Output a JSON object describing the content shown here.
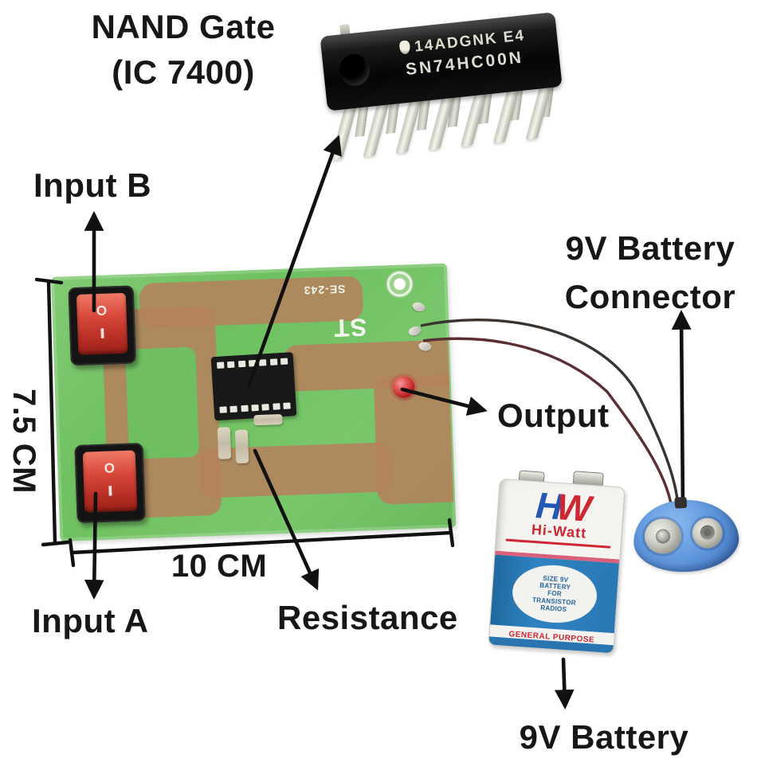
{
  "labels": {
    "nand_gate": {
      "line1": "NAND Gate",
      "line2": "(IC 7400)"
    },
    "input_b": "Input B",
    "input_a": "Input A",
    "output": "Output",
    "resistance": "Resistance",
    "battery_connector": {
      "line1": "9V Battery",
      "line2": "Connector"
    },
    "battery": "9V Battery",
    "board_height": "7.5 CM",
    "board_width": "10 CM"
  },
  "ic_chip": {
    "marking_line1": "14ADGNK E4",
    "marking_line2": "SN74HC00N"
  },
  "pcb": {
    "logo": "ST",
    "code": "SE-243",
    "switch_off": "O",
    "switch_on": "I"
  },
  "battery": {
    "brand_h": "H",
    "brand_w": "W",
    "brand_name": "Hi-Watt",
    "label_line1": "SIZE 9V",
    "label_line2": "BATTERY",
    "label_line3": "FOR",
    "label_line4": "TRANSISTOR",
    "label_line5": "RADIOS",
    "footer": "GENERAL PURPOSE"
  },
  "colors": {
    "background": "#ffffff",
    "label_text": "#171717",
    "pcb_green": "#72c166",
    "copper": "#b5825c",
    "switch_red": "#c8352b",
    "led_red": "#cc2222",
    "battery_blue": "#2a78b4",
    "battery_red": "#cf2633",
    "connector_blue": "#5f97dd",
    "wire_dark": "#3a3431",
    "wire_maroon": "#5a2e33",
    "arrow": "#111111"
  }
}
